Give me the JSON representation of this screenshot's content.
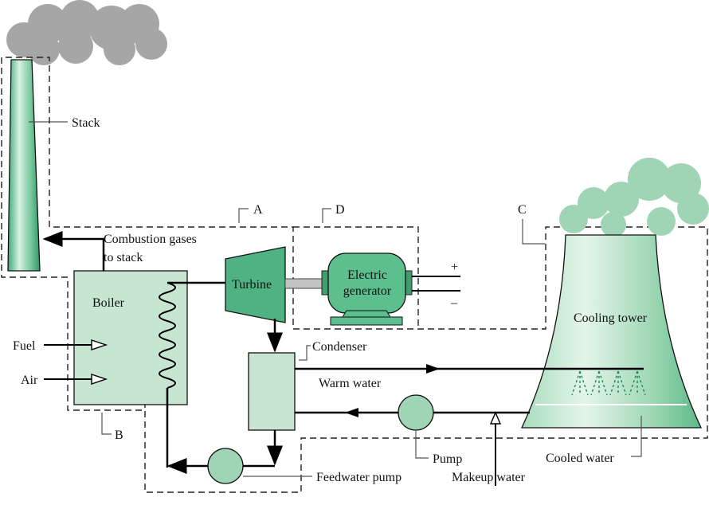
{
  "labels": {
    "stack": "Stack",
    "combustion_1": "Combustion gases",
    "combustion_2": "to stack",
    "boiler": "Boiler",
    "fuel": "Fuel",
    "air": "Air",
    "turbine": "Turbine",
    "generator_1": "Electric",
    "generator_2": "generator",
    "plus": "+",
    "minus": "–",
    "condenser": "Condenser",
    "warm_water": "Warm water",
    "cooling_tower": "Cooling tower",
    "pump": "Pump",
    "cooled_water": "Cooled water",
    "feedwater_pump": "Feedwater pump",
    "makeup_water": "Makeup water",
    "region_a": "A",
    "region_b": "B",
    "region_c": "C",
    "region_d": "D"
  },
  "colors": {
    "green": "#5dbf8e",
    "light_green": "#c6e6d2",
    "smoke": "#a6a6a6",
    "steam": "#9fd5b4"
  }
}
